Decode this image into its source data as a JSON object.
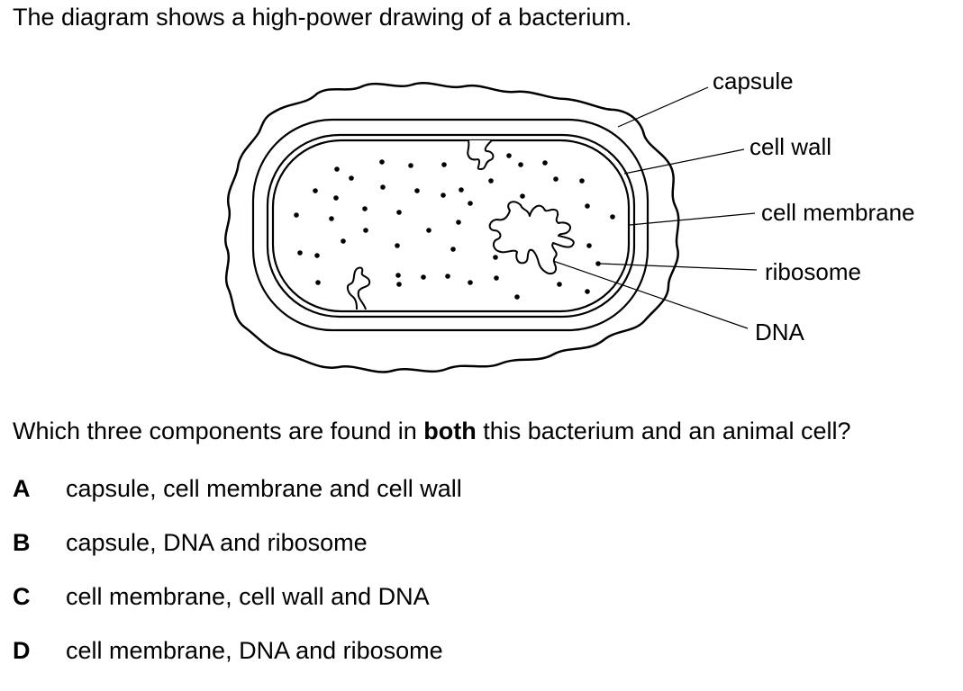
{
  "question": {
    "intro": "The diagram shows a high-power drawing of a bacterium.",
    "prompt_before": "Which three components are found in ",
    "prompt_bold": "both",
    "prompt_after": " this bacterium and an animal cell?",
    "options": [
      {
        "letter": "A",
        "text": "capsule, cell membrane and cell wall"
      },
      {
        "letter": "B",
        "text": "capsule, DNA and ribosome"
      },
      {
        "letter": "C",
        "text": "cell membrane, cell wall and DNA"
      },
      {
        "letter": "D",
        "text": "cell membrane, DNA and ribosome"
      }
    ]
  },
  "diagram": {
    "labels": {
      "capsule": "capsule",
      "cell_wall": "cell wall",
      "cell_membrane": "cell membrane",
      "ribosome": "ribosome",
      "dna": "DNA"
    }
  }
}
